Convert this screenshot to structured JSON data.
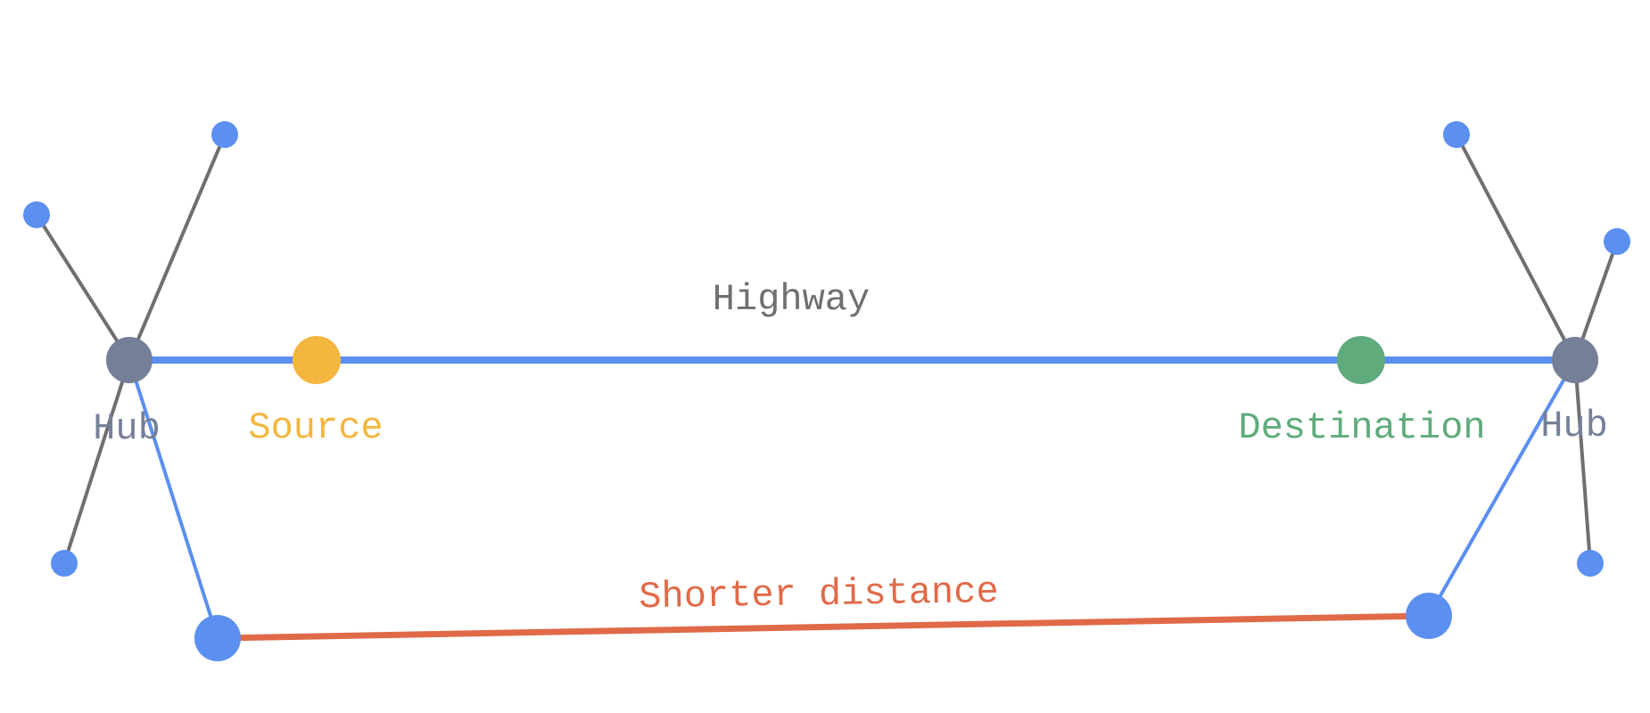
{
  "diagram": {
    "colors": {
      "highway": "#5b8ff0",
      "shortcut": "#e06a48",
      "spoke": "#6f6f6f",
      "hub": "#757f98",
      "leaf": "#5b8ff0",
      "source": "#f3b63e",
      "destination": "#5fab7c",
      "label_gray": "#6f6f6f"
    },
    "labels": {
      "highway": "Highway",
      "shorter_distance": "Shorter distance",
      "source": "Source",
      "destination": "Destination",
      "hub_left": "Hub",
      "hub_right": "Hub"
    }
  }
}
